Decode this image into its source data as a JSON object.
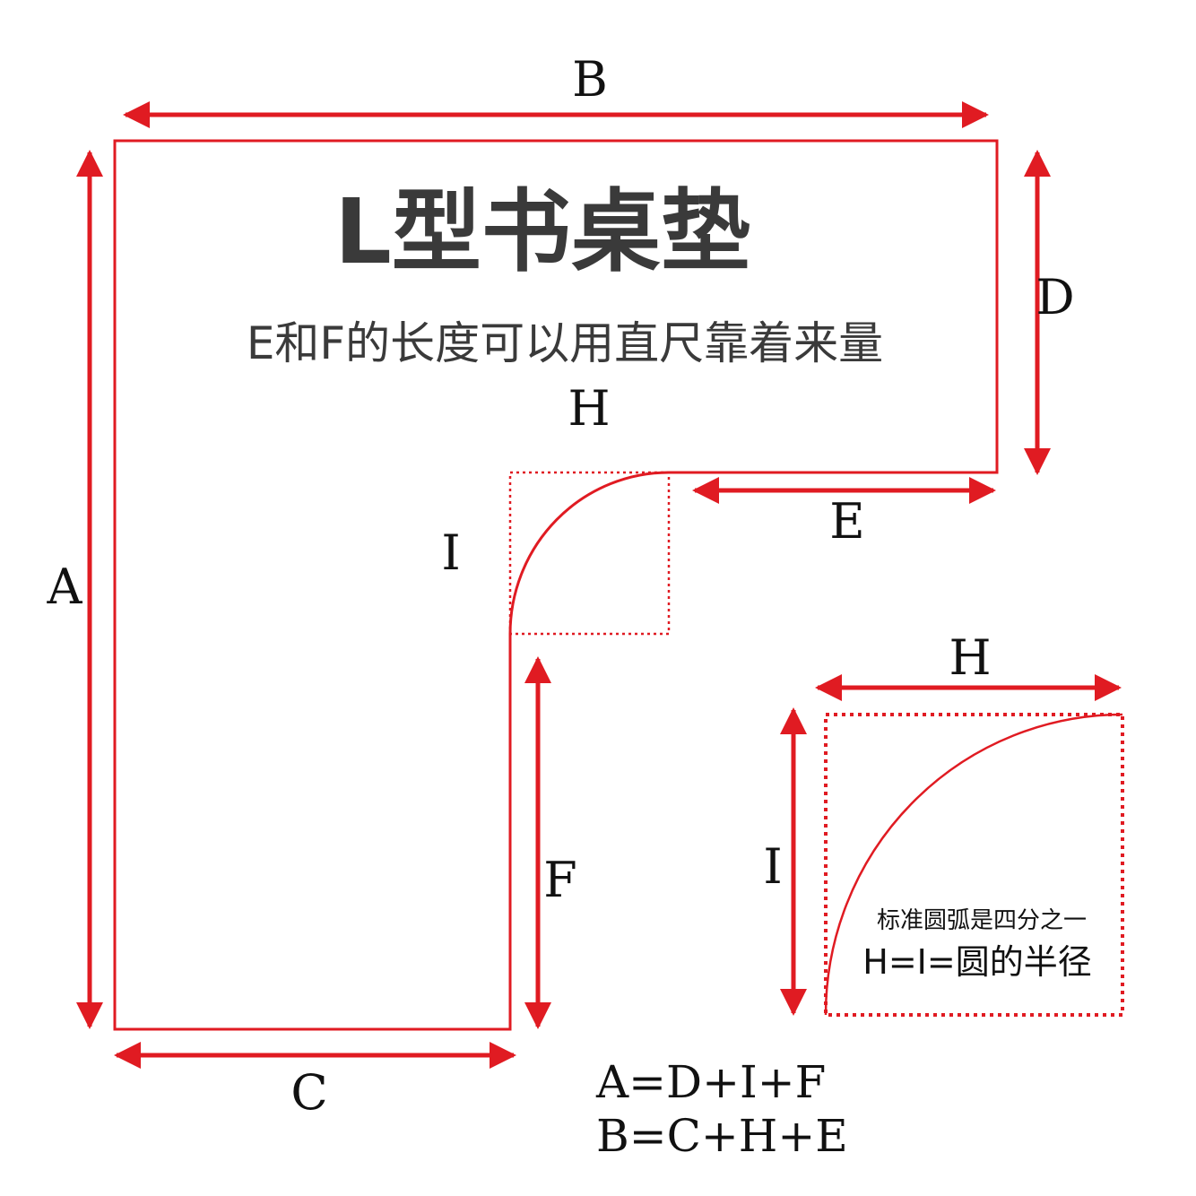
{
  "title": "L型书桌垫",
  "subtitle": "E和F的长度可以用直尺靠着来量",
  "labels": {
    "a": "A",
    "b": "B",
    "c": "C",
    "d": "D",
    "e": "E",
    "f": "F",
    "h": "H",
    "i": "I",
    "h_detail": "H",
    "i_detail": "I"
  },
  "detail_note": {
    "line1": "标准圆弧是四分之一",
    "line2": "H=I=圆的半径"
  },
  "formulas": {
    "line1": "A=D+I+F",
    "line2": "B=C+H+E"
  },
  "colors": {
    "accent": "#e01b22",
    "text": "#111111",
    "title": "#3a3a3a"
  }
}
